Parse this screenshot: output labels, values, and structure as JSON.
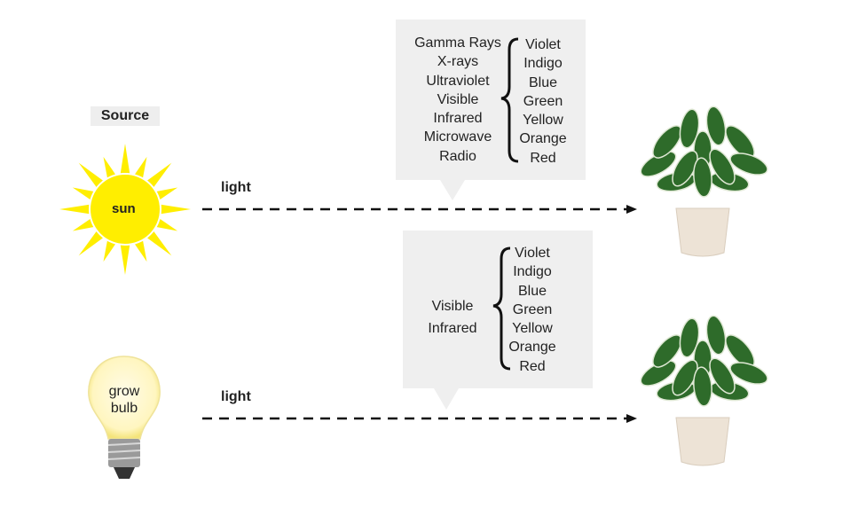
{
  "source_label": "Source",
  "sources": [
    {
      "name": "sun",
      "arrow_label": "light"
    },
    {
      "name_line1": "grow",
      "name_line2": "bulb",
      "arrow_label": "light"
    }
  ],
  "callout_sun": {
    "spectrum": [
      "Gamma Rays",
      "X-rays",
      "Ultraviolet",
      "Visible",
      "Infrared",
      "Microwave",
      "Radio"
    ],
    "visible_colors": [
      "Violet",
      "Indigo",
      "Blue",
      "Green",
      "Yellow",
      "Orange",
      "Red"
    ]
  },
  "callout_bulb": {
    "spectrum": [
      "Visible",
      "Infrared"
    ],
    "visible_colors": [
      "Violet",
      "Indigo",
      "Blue",
      "Green",
      "Yellow",
      "Orange",
      "Red"
    ]
  },
  "colors": {
    "sun": "#ffee00",
    "callout_bg": "#efefef",
    "pot": "#ede3d6",
    "leaf": "#2e6b2a"
  }
}
